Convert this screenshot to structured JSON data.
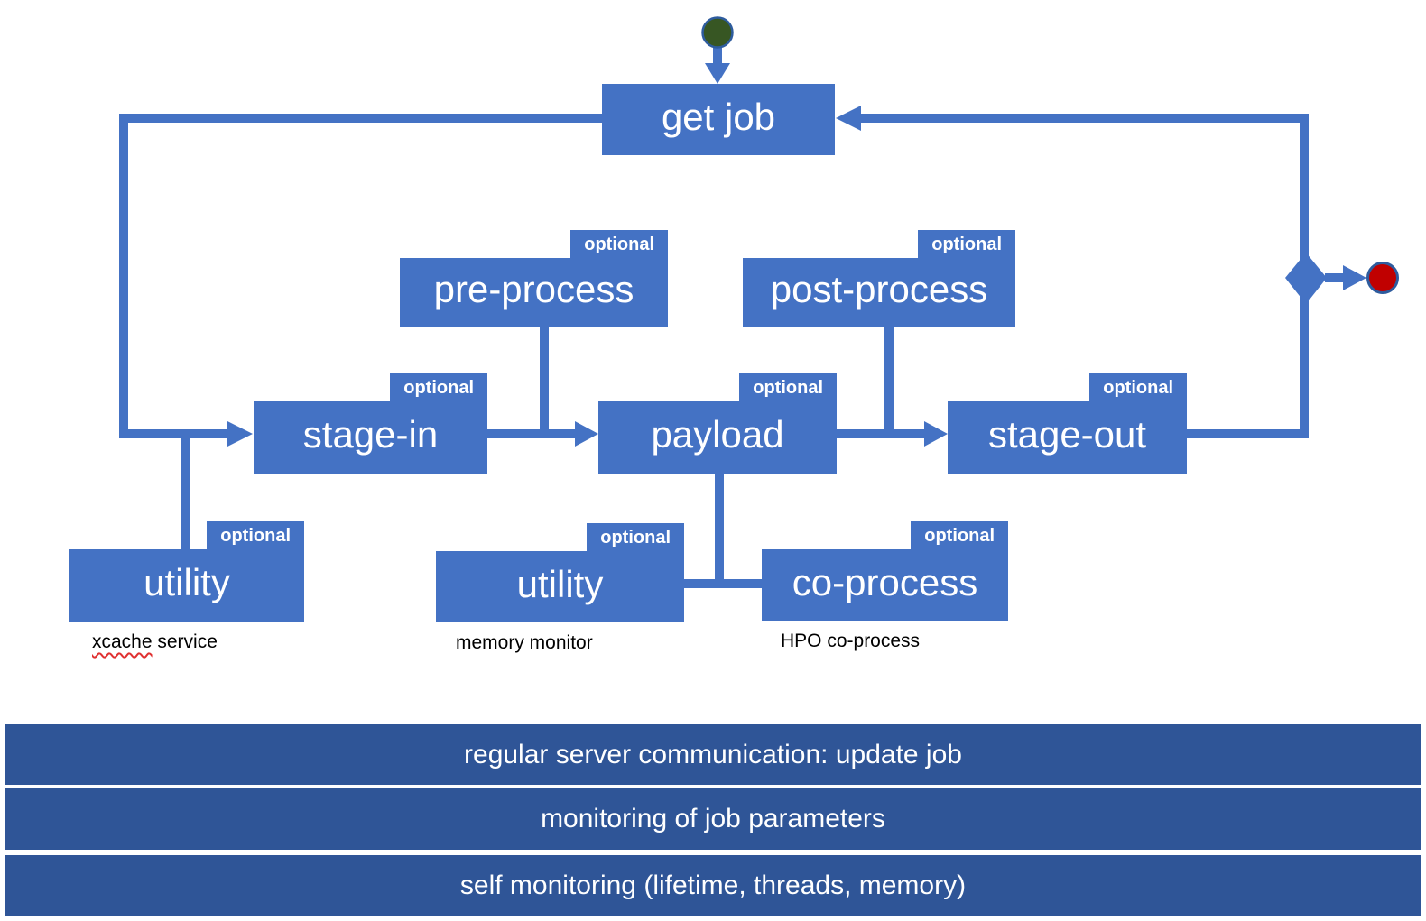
{
  "nodes": {
    "get_job": {
      "label": "get job"
    },
    "pre_process": {
      "label": "pre-process",
      "optional_tag": "optional"
    },
    "post_process": {
      "label": "post-process",
      "optional_tag": "optional"
    },
    "stage_in": {
      "label": "stage-in",
      "optional_tag": "optional"
    },
    "payload": {
      "label": "payload",
      "optional_tag": "optional"
    },
    "stage_out": {
      "label": "stage-out",
      "optional_tag": "optional"
    },
    "utility_xcache": {
      "label": "utility",
      "optional_tag": "optional",
      "caption_misspelled": "xcache",
      "caption_tail": " service"
    },
    "utility_memory": {
      "label": "utility",
      "optional_tag": "optional",
      "caption": "memory monitor"
    },
    "co_process": {
      "label": "co-process",
      "optional_tag": "optional",
      "caption": "HPO co-process"
    }
  },
  "bands": [
    "regular server communication: update job",
    "monitoring of job parameters",
    "self monitoring (lifetime, threads, memory)"
  ],
  "shapes": {
    "start_circle": "start-node",
    "end_circle": "end-node",
    "decision": "decision-diamond"
  },
  "colors": {
    "node_fill": "#4472C4",
    "connector": "#4472C4",
    "band_fill": "#2F5597",
    "label_text": "#FFFFFF",
    "caption_text": "#000000",
    "start_green": "#375623",
    "end_red": "#C00000",
    "misspell_underline": "#E03131"
  }
}
